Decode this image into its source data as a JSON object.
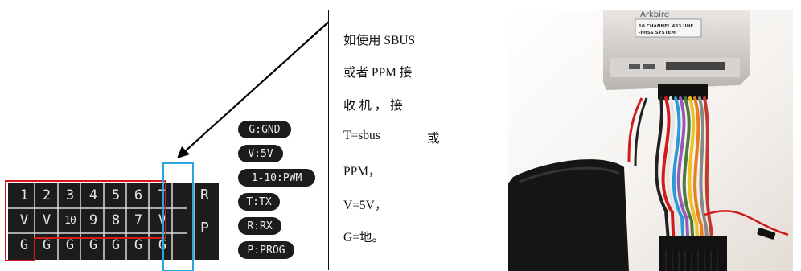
{
  "pin_grid": {
    "row1": [
      "1",
      "2",
      "3",
      "4",
      "5",
      "6"
    ],
    "row2": [
      "V",
      "V",
      "10",
      "9",
      "8",
      "7"
    ],
    "row3": [
      "G",
      "G",
      "G",
      "G",
      "G",
      "G"
    ],
    "col_extra": [
      "T",
      "V",
      "G"
    ],
    "side": [
      "R",
      "P"
    ]
  },
  "legend": [
    "G:GND",
    "V:5V",
    "1-10:PWM",
    "T:TX",
    "R:RX",
    "P:PROG"
  ],
  "note": {
    "lines": [
      "如使用 SBUS",
      "或者 PPM 接",
      "收 机 ， 接",
      "T=sbus",
      "或",
      "PPM，",
      "V=5V，",
      "G=地。"
    ]
  },
  "photo": {
    "label_lines": [
      "Arkbird",
      "10 CHANNEL 433 UHF",
      "-FHSS SYSTEM"
    ]
  },
  "colors": {
    "red_outline": "#d7191c",
    "cyan_outline": "#2aa6df",
    "panel": "#1c1c1c",
    "arrow": "#000000"
  }
}
